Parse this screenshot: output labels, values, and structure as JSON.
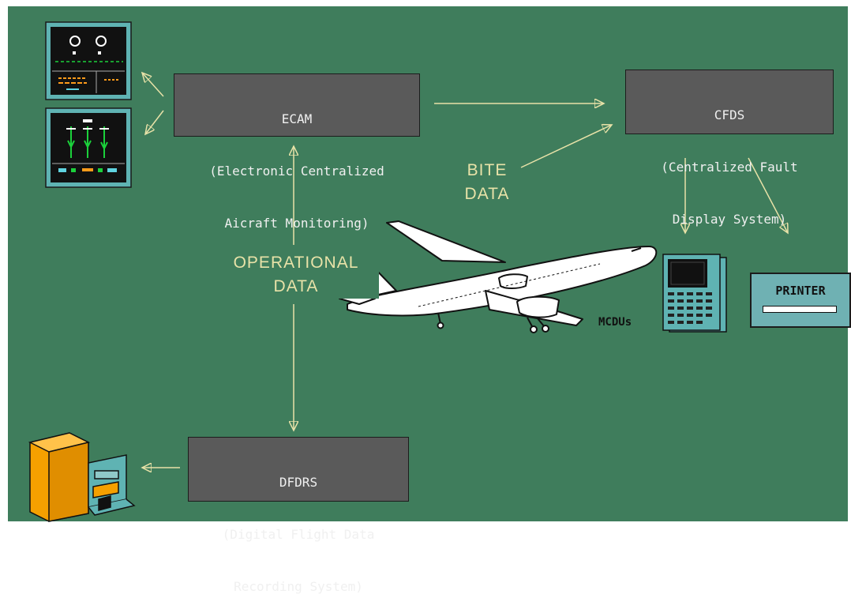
{
  "ecam": {
    "line1": "ECAM",
    "line2": "(Electronic Centralized",
    "line3": "Aicraft Monitoring)"
  },
  "cfds": {
    "line1": "CFDS",
    "line2": "(Centralized Fault",
    "line3": "Display System)"
  },
  "dfdrs": {
    "line1": "DFDRS",
    "line2": "(Digital Flight Data",
    "line3": "Recording System)"
  },
  "labels": {
    "bite_line1": "BITE",
    "bite_line2": "DATA",
    "operational_line1": "OPERATIONAL",
    "operational_line2": "DATA",
    "mcdus": "MCDUs",
    "printer": "PRINTER"
  },
  "colors": {
    "background": "#3f7d5c",
    "box": "#5a5a5a",
    "arrow": "#e8e2a8",
    "display": "#5fb3b3",
    "recorder": "#f5a000"
  }
}
